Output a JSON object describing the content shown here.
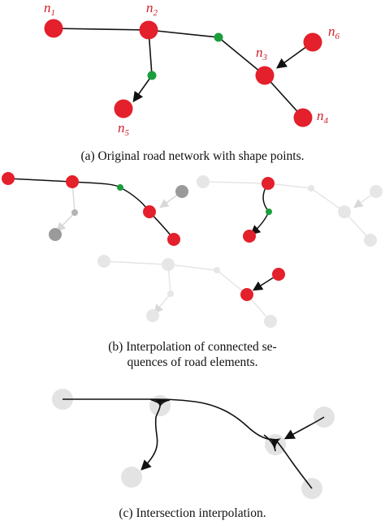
{
  "colors": {
    "node": "#e3202b",
    "shape_point": "#1a9e3c",
    "gray_node": "#9a9a9a",
    "faded": "#e2e2e2",
    "line": "#111111",
    "label": "#d0202a"
  },
  "panel_a": {
    "labels": {
      "n1": {
        "base": "n",
        "sub": "1"
      },
      "n2": {
        "base": "n",
        "sub": "2"
      },
      "n3": {
        "base": "n",
        "sub": "3"
      },
      "n4": {
        "base": "n",
        "sub": "4"
      },
      "n5": {
        "base": "n",
        "sub": "5"
      },
      "n6": {
        "base": "n",
        "sub": "6"
      }
    },
    "caption": "(a)  Original road network with shape points."
  },
  "panel_b": {
    "caption_line1": "(b)  Interpolation of connected se-",
    "caption_line2": "quences of road elements."
  },
  "panel_c": {
    "caption": "(c)  Intersection interpolation."
  }
}
